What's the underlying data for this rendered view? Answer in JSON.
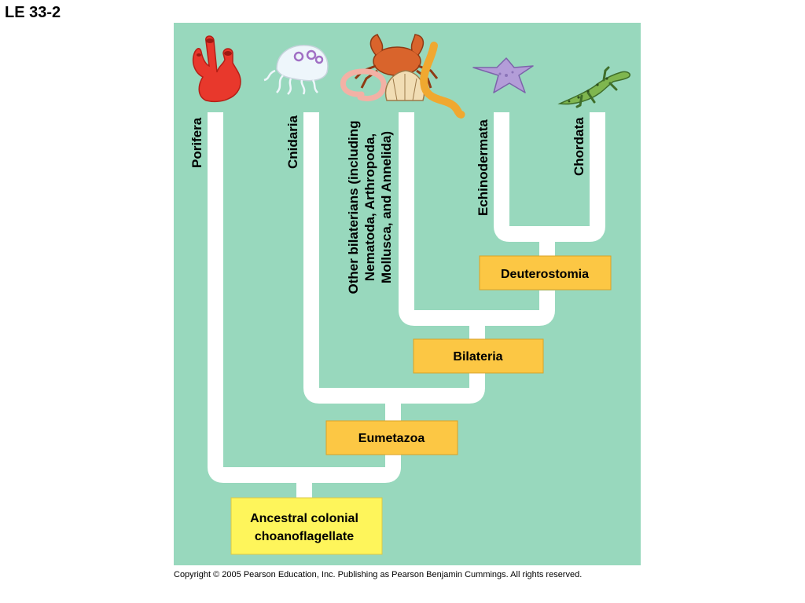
{
  "slide": {
    "label": "LE 33-2"
  },
  "colors": {
    "background_panel": "#98d8bd",
    "branch": "#ffffff",
    "box_fill": "#fcc744",
    "box_stroke": "#d9a227",
    "ancestral_box_fill": "#fef55b"
  },
  "taxa": {
    "porifera": "Porifera",
    "cnidaria": "Cnidaria",
    "other_bilaterians": [
      "Other bilaterians (including",
      "Nematoda, Arthropoda,",
      "Mollusca, and Annelida)"
    ],
    "echinodermata": "Echinodermata",
    "chordata": "Chordata"
  },
  "clades": {
    "deuterostomia": "Deuterostomia",
    "bilateria": "Bilateria",
    "eumetazoa": "Eumetazoa",
    "ancestral": [
      "Ancestral colonial",
      "choanoflagellate"
    ]
  },
  "icons": {
    "porifera": "sponge-icon",
    "cnidaria": "jellyfish-icon",
    "other_bilaterians": "crab-worm-shell-icon",
    "echinodermata": "sea-star-icon",
    "chordata": "salamander-icon"
  },
  "footer": {
    "copyright": "Copyright ©  2005 Pearson Education, Inc. Publishing as Pearson Benjamin Cummings. All rights reserved."
  }
}
